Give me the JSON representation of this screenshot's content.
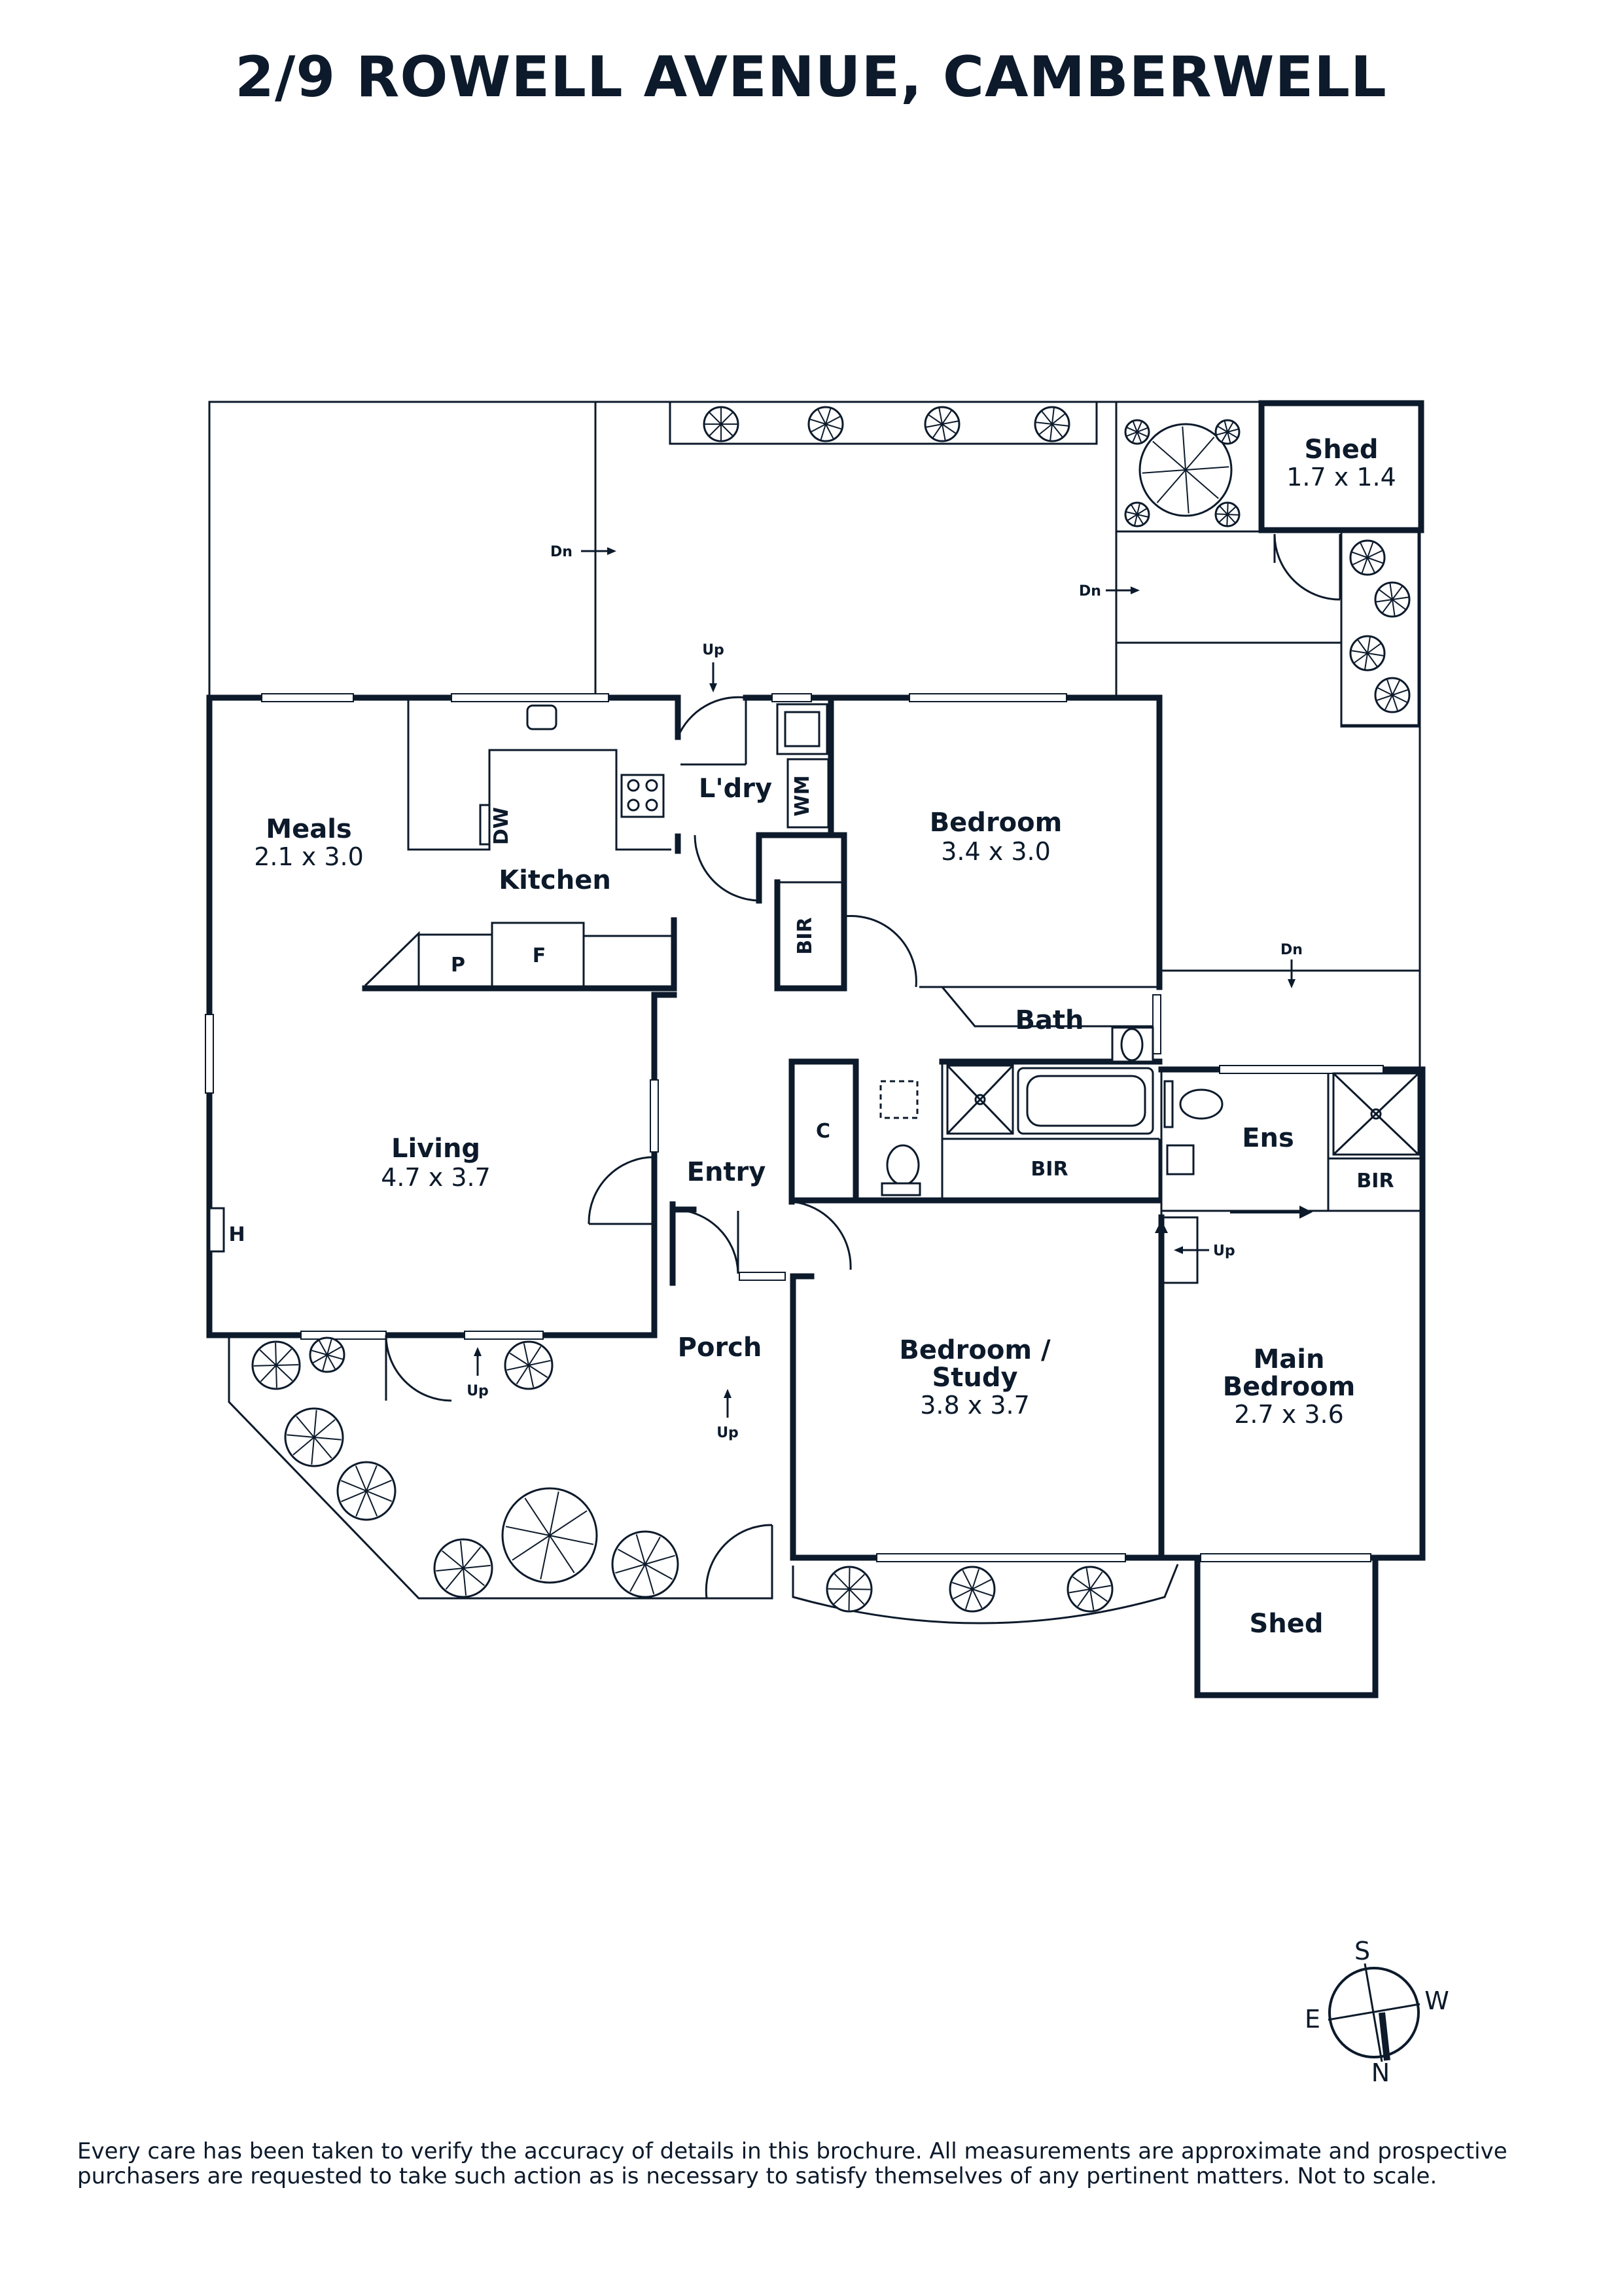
{
  "title": "2/9 ROWELL AVENUE, CAMBERWELL",
  "rooms": {
    "shed_top": {
      "name": "Shed",
      "dims": "1.7 x 1.4"
    },
    "laundry": {
      "name": "L'dry"
    },
    "bedroom": {
      "name": "Bedroom",
      "dims": "3.4 x 3.0"
    },
    "meals": {
      "name": "Meals",
      "dims": "2.1 x 3.0"
    },
    "kitchen": {
      "name": "Kitchen"
    },
    "bath": {
      "name": "Bath"
    },
    "living": {
      "name": "Living",
      "dims": "4.7 x 3.7"
    },
    "entry": {
      "name": "Entry"
    },
    "ensuite": {
      "name": "Ens"
    },
    "porch": {
      "name": "Porch"
    },
    "bedroom_study": {
      "name_line1": "Bedroom /",
      "name_line2": "Study",
      "dims": "3.8 x 3.7"
    },
    "main_bedroom": {
      "name_line1": "Main",
      "name_line2": "Bedroom",
      "dims": "2.7 x 3.6"
    },
    "shed_bottom": {
      "name": "Shed"
    }
  },
  "fixtures": {
    "wm": "WM",
    "dw": "DW",
    "bir": "BIR",
    "pantry": "P",
    "fridge": "F",
    "cupboard": "C",
    "heater": "H"
  },
  "steps": {
    "up": "Up",
    "down": "Dn"
  },
  "compass": {
    "s": "S",
    "w": "W",
    "e": "E",
    "n": "N"
  },
  "disclaimer": {
    "line1": "Every care has been taken to verify the accuracy of details in this brochure. All measurements are approximate and prospective",
    "line2": "purchasers are requested to take such action as is necessary to satisfy themselves of any pertinent matters. Not to scale."
  }
}
